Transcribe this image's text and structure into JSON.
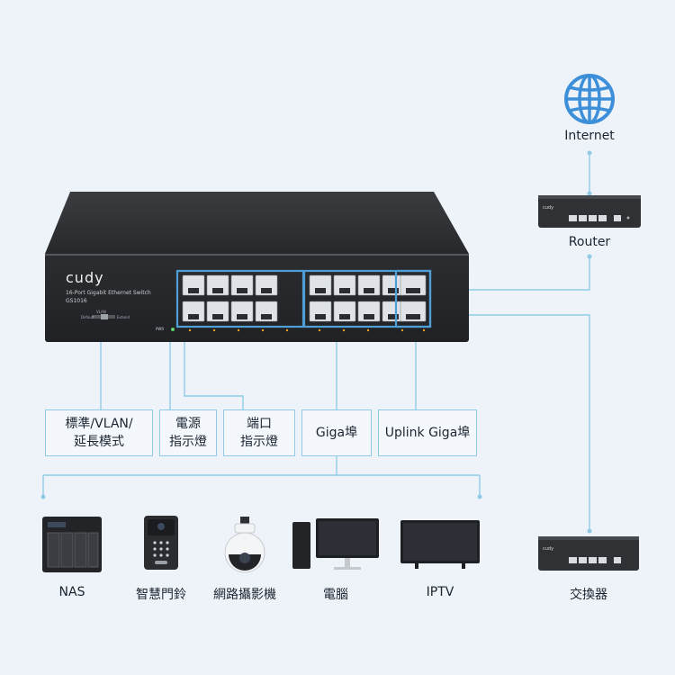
{
  "network": {
    "internet_label": "Internet",
    "router_label": "Router",
    "switch_label": "交換器"
  },
  "main_switch": {
    "brand": "cudy",
    "model_desc": "16-Port Gigabit Ethernet Switch",
    "model_number": "GS1016",
    "mode_label": "VLAN",
    "mode_left": "Default",
    "mode_right": "Extend",
    "pwr_label": "PWR"
  },
  "callouts": {
    "mode": {
      "line1": "標準/VLAN/",
      "line2": "延長模式"
    },
    "power": {
      "line1": "電源",
      "line2": "指示燈"
    },
    "port_led": {
      "line1": "端口",
      "line2": "指示燈"
    },
    "giga": "Giga埠",
    "uplink": "Uplink Giga埠"
  },
  "devices": [
    {
      "icon": "nas-icon",
      "label": "NAS"
    },
    {
      "icon": "smart-doorbell-icon",
      "label": "智慧門鈴"
    },
    {
      "icon": "ip-camera-icon",
      "label": "網路攝影機"
    },
    {
      "icon": "desktop-computer-icon",
      "label": "電腦"
    },
    {
      "icon": "tv-icon",
      "label": "IPTV"
    }
  ],
  "colors": {
    "accent": "#4f9fd6",
    "connector": "#8fcbe6",
    "switch_body": "#2c2e31"
  }
}
